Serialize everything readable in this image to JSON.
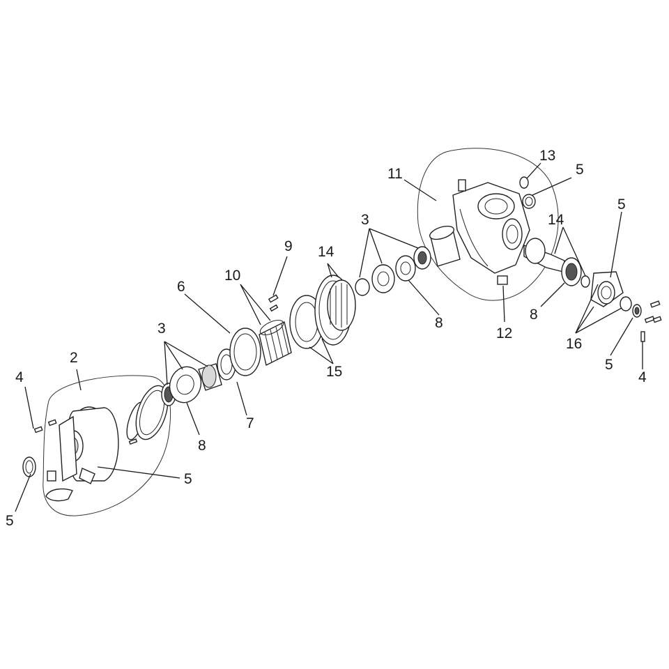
{
  "diagram": {
    "callouts": [
      {
        "id": "c2",
        "text": "2"
      },
      {
        "id": "c4a",
        "text": "4"
      },
      {
        "id": "c5a",
        "text": "5"
      },
      {
        "id": "c5b",
        "text": "5"
      },
      {
        "id": "c3a",
        "text": "3"
      },
      {
        "id": "c8a",
        "text": "8"
      },
      {
        "id": "c6",
        "text": "6"
      },
      {
        "id": "c7",
        "text": "7"
      },
      {
        "id": "c10",
        "text": "10"
      },
      {
        "id": "c9",
        "text": "9"
      },
      {
        "id": "c14a",
        "text": "14"
      },
      {
        "id": "c15",
        "text": "15"
      },
      {
        "id": "c3b",
        "text": "3"
      },
      {
        "id": "c8b",
        "text": "8"
      },
      {
        "id": "c11",
        "text": "11"
      },
      {
        "id": "c13",
        "text": "13"
      },
      {
        "id": "c5c",
        "text": "5"
      },
      {
        "id": "c12",
        "text": "12"
      },
      {
        "id": "c14b",
        "text": "14"
      },
      {
        "id": "c5d",
        "text": "5"
      },
      {
        "id": "c8c",
        "text": "8"
      },
      {
        "id": "c16",
        "text": "16"
      },
      {
        "id": "c5e",
        "text": "5"
      },
      {
        "id": "c4b",
        "text": "4"
      }
    ]
  }
}
